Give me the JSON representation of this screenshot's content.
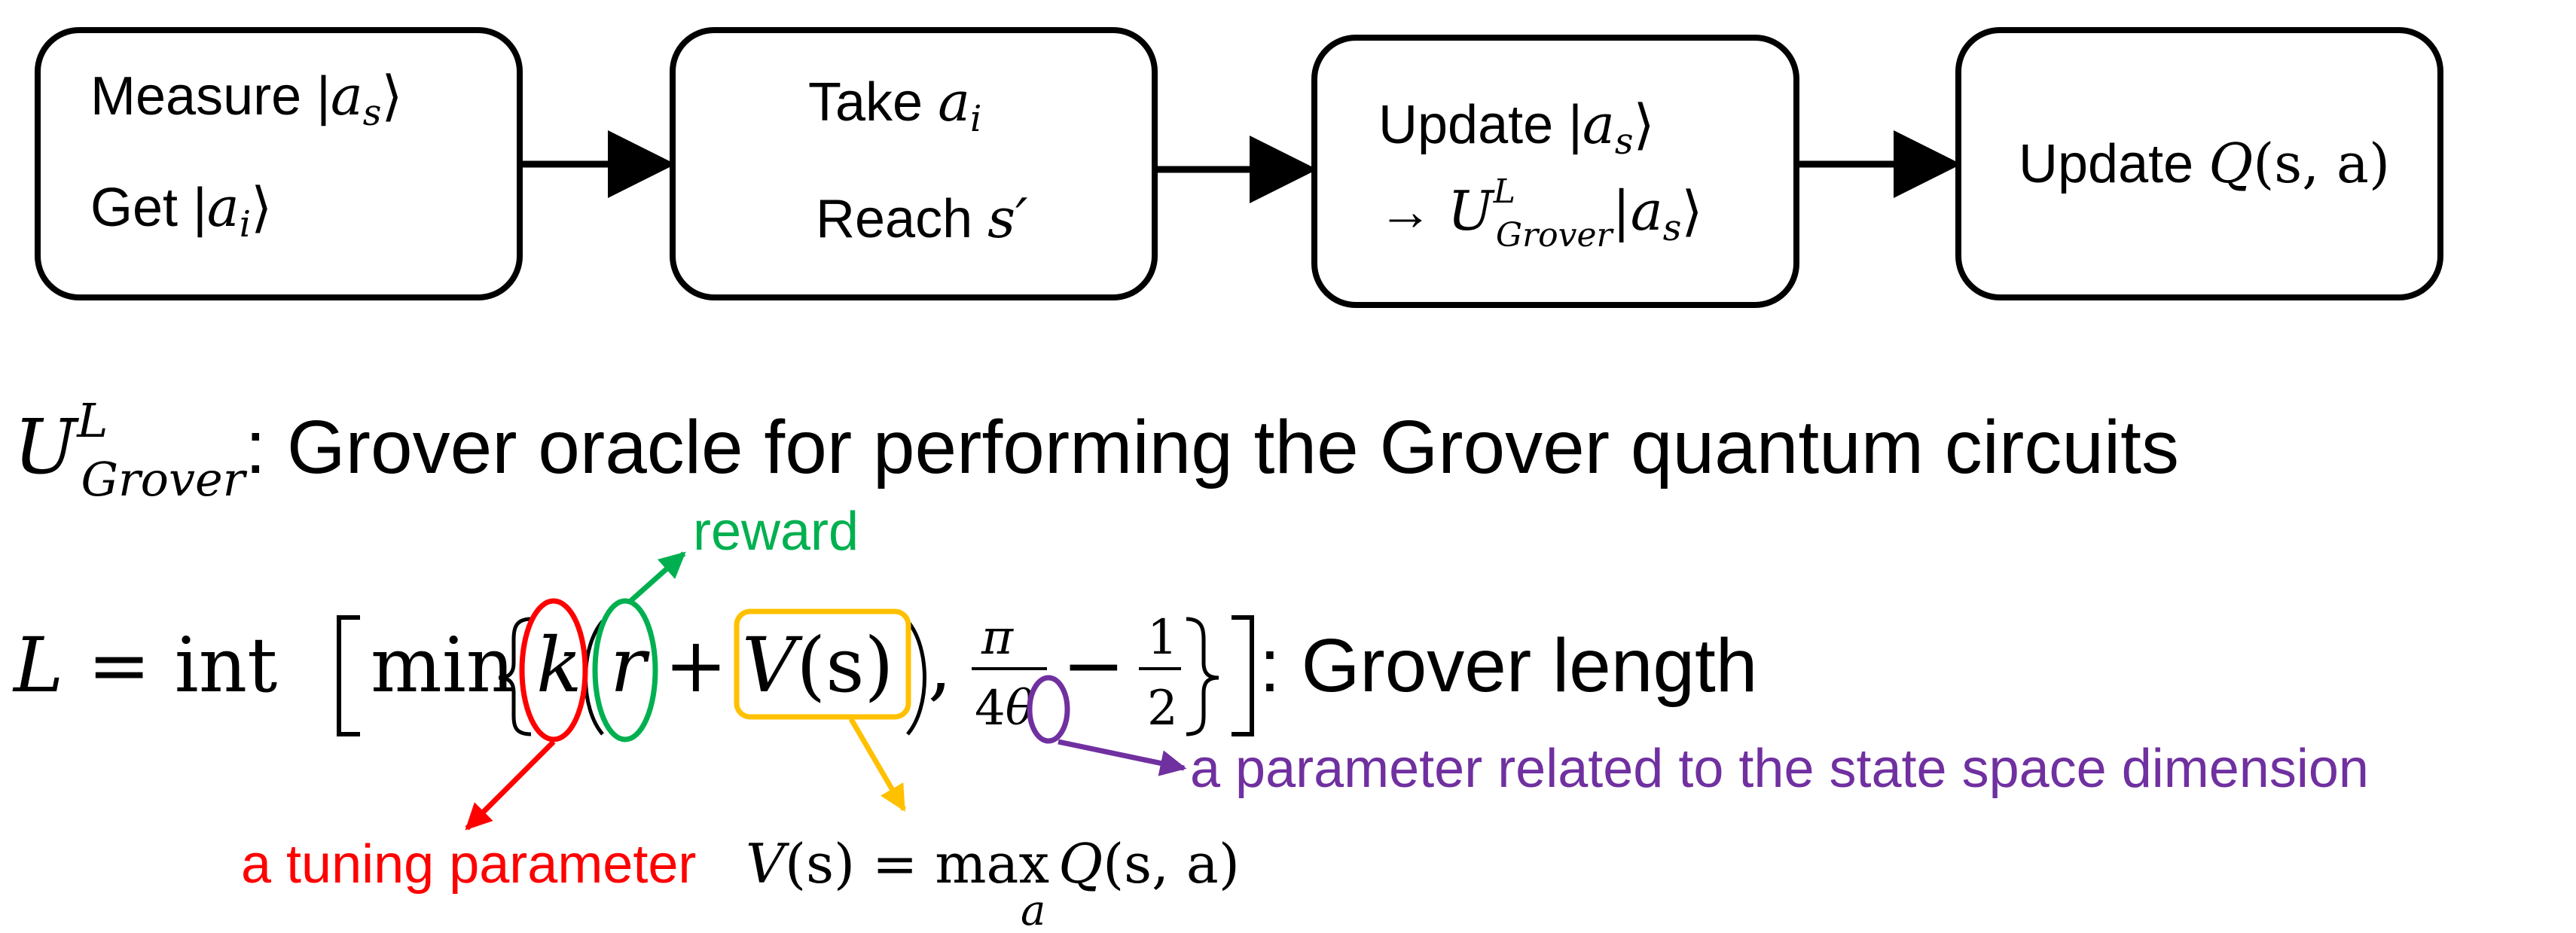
{
  "flow": {
    "box1": {
      "line1_text": "Measure |",
      "line1_sym": "a",
      "line1_sub": "s",
      "line1_close": "⟩",
      "line2_text": "Get |",
      "line2_sym": "a",
      "line2_sub": "i",
      "line2_close": "⟩"
    },
    "box2": {
      "line1_text": "Take ",
      "line1_sym": "a",
      "line1_sub": "i",
      "line2_text": "Reach ",
      "line2_sym": "s′"
    },
    "box3": {
      "line1_text": "Update |",
      "line1_sym": "a",
      "line1_sub": "s",
      "line1_close": "⟩",
      "line2_arrow": "→ ",
      "line2_sym": "U",
      "line2_sup": "L",
      "line2_sub": "Grover",
      "line2_ket": "|",
      "line2_ket_sym": "a",
      "line2_ket_sub": "s",
      "line2_close": "⟩"
    },
    "box4": {
      "text": "Update ",
      "sym": "Q",
      "args": "(s, a)"
    }
  },
  "definition": {
    "sym": "U",
    "sup": "L",
    "sub": "Grover",
    "text": ": Grover oracle for performing the Grover quantum circuits"
  },
  "equation": {
    "lhs": "L",
    "eq": " = ",
    "int": "int",
    "min": "min",
    "k": "k",
    "r": "r",
    "plus": "+",
    "V": "V",
    "Vargs": "(s)",
    "comma": ",",
    "pi": "π",
    "four": "4",
    "theta": "θ",
    "minus": "−",
    "one": "1",
    "two": "2",
    "suffix": ": Grover length"
  },
  "annotations": {
    "reward": "reward",
    "tuning": "a tuning parameter",
    "state_dim": "a parameter related to the state space dimension",
    "vdef_lhs": "V",
    "vdef_args": "(s)",
    "vdef_eq": " = ",
    "vdef_max": "max",
    "vdef_sub": "a",
    "vdef_Q": "Q",
    "vdef_qargs": "(s, a)"
  },
  "colors": {
    "red": "#ff0000",
    "green": "#00b050",
    "orange": "#ffc000",
    "purple": "#7030a0",
    "black": "#000000"
  }
}
